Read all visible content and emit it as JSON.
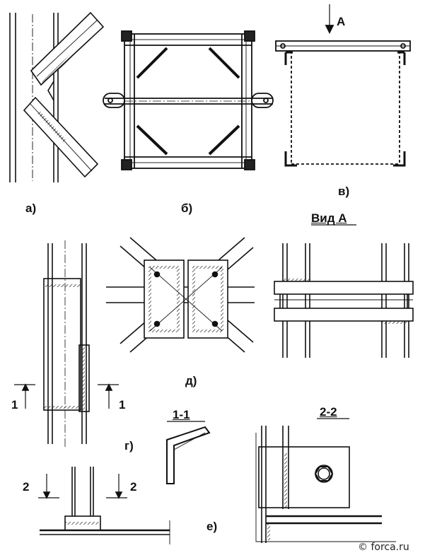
{
  "labels": {
    "a": "а)",
    "b": "б)",
    "v": "в)",
    "g": "г)",
    "d": "д)",
    "e": "е)",
    "view_a": "Вид А",
    "arrow_a": "А",
    "section_1_left": "1",
    "section_1_right": "1",
    "section_1_1": "1-1",
    "section_2_left": "2",
    "section_2_right": "2",
    "section_2_2": "2-2"
  },
  "watermark": "© forca.ru"
}
